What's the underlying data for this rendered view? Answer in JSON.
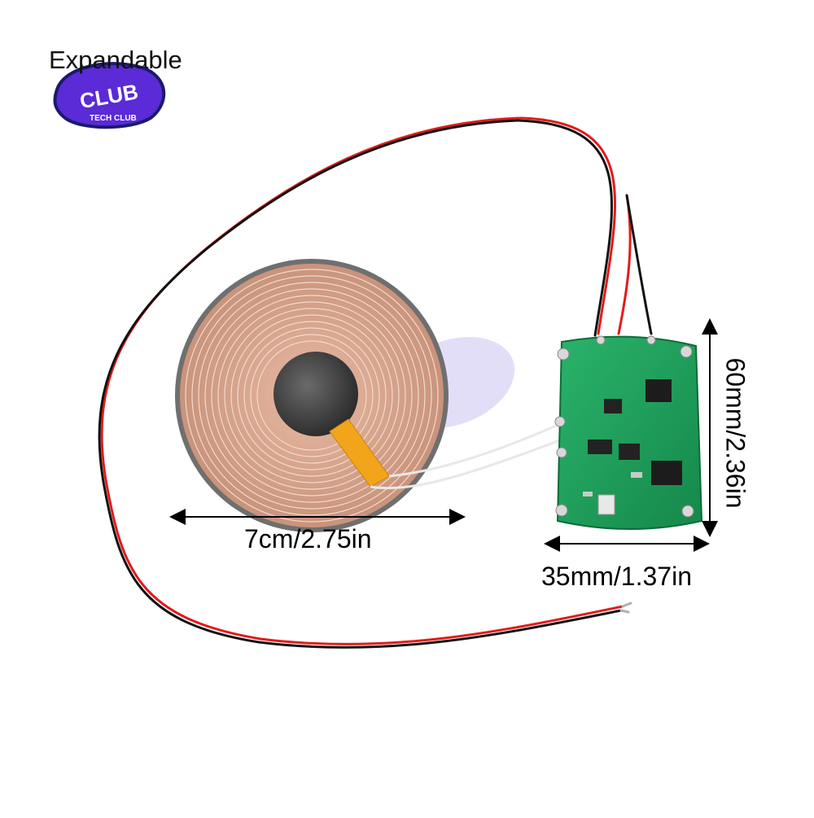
{
  "watermark": {
    "text": "Expandable",
    "logo_lettering": "TECH CLUB",
    "logo_colors": [
      "#5a2bd6",
      "#1a1a6e",
      "#ffffff"
    ]
  },
  "product": {
    "name": "wireless charging coil with PCB module",
    "coil_color": "#d9a48c",
    "coil_border": "#555555",
    "pcb_color": "#1fa35a",
    "wire_colors": [
      "#e21b1b",
      "#111111"
    ]
  },
  "dimensions": {
    "coil_diameter": "7cm/2.75in",
    "board_width": "35mm/1.37in",
    "board_height": "60mm/2.36in"
  }
}
